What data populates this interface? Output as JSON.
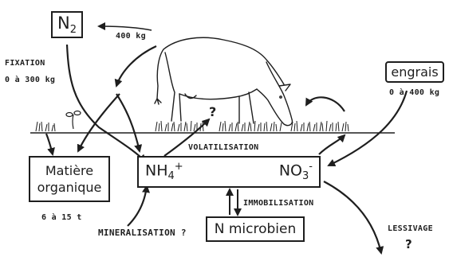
{
  "nodes": {
    "n2": "N2",
    "engrais": "engrais",
    "matiere_line1": "Matière",
    "matiere_line2": "organique",
    "nh4": "NH4+",
    "no3": "NO3-",
    "n_microbien": "N microbien"
  },
  "labels": {
    "n2_amount": "400 kg",
    "fixation": "FIXATION",
    "fixation_amount": "0 à 300 kg",
    "engrais_amount": "0 à 400 kg",
    "volatilisation": "VOLATILISATION",
    "matiere_amount": "6 à 15 t",
    "mineralisation": "MINERALISATION ?",
    "immobilisation": "IMMOBILISATION",
    "lessivage": "LESSIVAGE",
    "lessivage_q": "?",
    "volat_q": "?"
  }
}
